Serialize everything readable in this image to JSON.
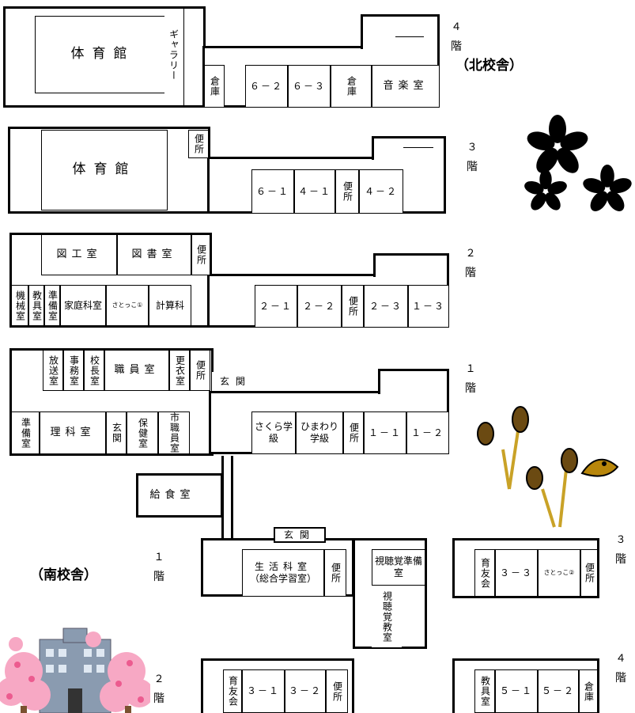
{
  "north": {
    "title": "（北校舎）",
    "floor4": {
      "num": "４",
      "kai": "階",
      "gym": "体育館",
      "gallery": "ギャラリー",
      "storage1": "倉庫",
      "c62": "６－２",
      "c63": "６－３",
      "storage2": "倉庫",
      "music": "音楽室"
    },
    "floor3": {
      "num": "３",
      "kai": "階",
      "gym": "体育館",
      "toilet1": "便所",
      "c61": "６－１",
      "c41": "４－１",
      "toilet2": "便所",
      "c42": "４－２"
    },
    "floor2": {
      "num": "２",
      "kai": "階",
      "art": "図工室",
      "library": "図書室",
      "toilet1": "便所",
      "machine": "機械室",
      "equip": "教具室",
      "prep": "準備室",
      "homeec": "家庭科室",
      "satokko": "さとっこ①",
      "computer": "計算科",
      "c21": "２－１",
      "c22": "２－２",
      "toilet2": "便所",
      "c23": "２－３",
      "c13": "１－３"
    },
    "floor1": {
      "num": "１",
      "kai": "階",
      "broadcast": "放送室",
      "office": "事務室",
      "principal": "校長室",
      "staff": "職員室",
      "locker": "更衣室",
      "toilet1": "便所",
      "entrance": "玄関",
      "prep": "準備室",
      "science": "理科室",
      "genkan2": "玄関",
      "health": "保健室",
      "citystaff": "市職員室",
      "sakura": "さくら学級",
      "himawari": "ひまわり学級",
      "toilet2": "便所",
      "c11": "１－１",
      "c12": "１－２",
      "lunch": "給食室"
    }
  },
  "south": {
    "title": "（南校舎）",
    "floor1": {
      "num": "１",
      "kai": "階",
      "entrance": "玄関",
      "life": "生活科室",
      "life_sub": "（総合学習室）",
      "toilet": "便所",
      "av_prep": "視聴覚準備室",
      "av_room": "視聴覚教室"
    },
    "floor2": {
      "num": "２",
      "kai": "階",
      "pta": "育友会",
      "c31": "３－１",
      "c32": "３－２",
      "toilet": "便所"
    },
    "floor3": {
      "num": "３",
      "kai": "階",
      "pta": "育友会",
      "c33": "３－３",
      "satokko": "さとっこ②",
      "toilet": "便所"
    },
    "floor4": {
      "num": "４",
      "kai": "階",
      "equip": "教具室",
      "c51": "５－１",
      "c52": "５－２",
      "storage": "倉庫"
    }
  }
}
